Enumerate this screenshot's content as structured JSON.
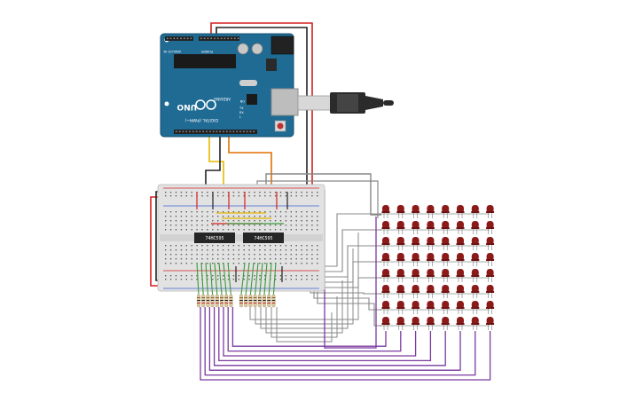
{
  "arduino": {
    "brand_text": "UNO",
    "model_text": "ARDUINO",
    "digital_text": "DIGITAL (PWM~)",
    "power_text": "POWER",
    "analog_text": "ANALOG IN",
    "on_text": "ON",
    "tx_text": "TX",
    "rx_text": "RX",
    "l_text": "L",
    "body_color": "#1f6b94",
    "header_color": "#222222"
  },
  "chips": [
    {
      "label": "74HC595"
    },
    {
      "label": "74HC595"
    }
  ],
  "led_matrix": {
    "rows": 8,
    "cols": 8,
    "color": "#8b1a1a"
  },
  "resistors": {
    "count": 16
  },
  "wire_colors": {
    "power": "#d42020",
    "ground": "#222222",
    "data": "#e6b800",
    "clock": "#e07000",
    "latch": "#888888",
    "row": "#888888",
    "column": "#7a3aa0",
    "jumper": "#3a9a3a"
  },
  "icons": [
    "usb-cable-icon",
    "reset-button-icon"
  ]
}
